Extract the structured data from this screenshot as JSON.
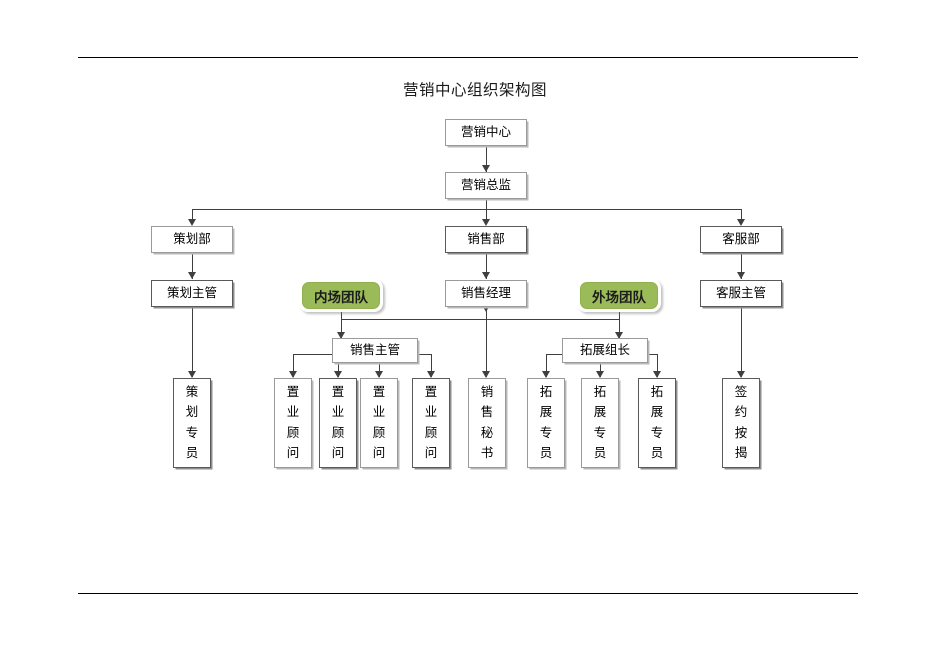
{
  "document": {
    "title": "营销中心组织架构图"
  },
  "org_chart": {
    "root": {
      "label": "营销中心"
    },
    "director": {
      "label": "营销总监"
    },
    "departments": [
      {
        "label": "策划部"
      },
      {
        "label": "销售部"
      },
      {
        "label": "客服部"
      }
    ],
    "supervisors": [
      {
        "label": "策划主管"
      },
      {
        "label": "销售经理"
      },
      {
        "label": "客服主管"
      }
    ],
    "teams": [
      {
        "label": "内场团队",
        "color": "#9bbb59"
      },
      {
        "label": "外场团队",
        "color": "#9bbb59"
      }
    ],
    "leads": [
      {
        "label": "销售主管"
      },
      {
        "label": "拓展组长"
      }
    ],
    "staff": [
      {
        "label": "策划专员",
        "chars": [
          "策",
          "划",
          "专",
          "员"
        ]
      },
      {
        "label": "置业顾问",
        "chars": [
          "置",
          "业",
          "顾",
          "问"
        ]
      },
      {
        "label": "置业顾问",
        "chars": [
          "置",
          "业",
          "顾",
          "问"
        ]
      },
      {
        "label": "置业顾问",
        "chars": [
          "置",
          "业",
          "顾",
          "问"
        ]
      },
      {
        "label": "置业顾问",
        "chars": [
          "置",
          "业",
          "顾",
          "问"
        ]
      },
      {
        "label": "销售秘书",
        "chars": [
          "销",
          "售",
          "秘",
          "书"
        ]
      },
      {
        "label": "拓展专员",
        "chars": [
          "拓",
          "展",
          "专",
          "员"
        ]
      },
      {
        "label": "拓展专员",
        "chars": [
          "拓",
          "展",
          "专",
          "员"
        ]
      },
      {
        "label": "拓展专员",
        "chars": [
          "拓",
          "展",
          "专",
          "员"
        ]
      },
      {
        "label": "签约按揭",
        "chars": [
          "签",
          "约",
          "按",
          "揭"
        ]
      }
    ]
  }
}
